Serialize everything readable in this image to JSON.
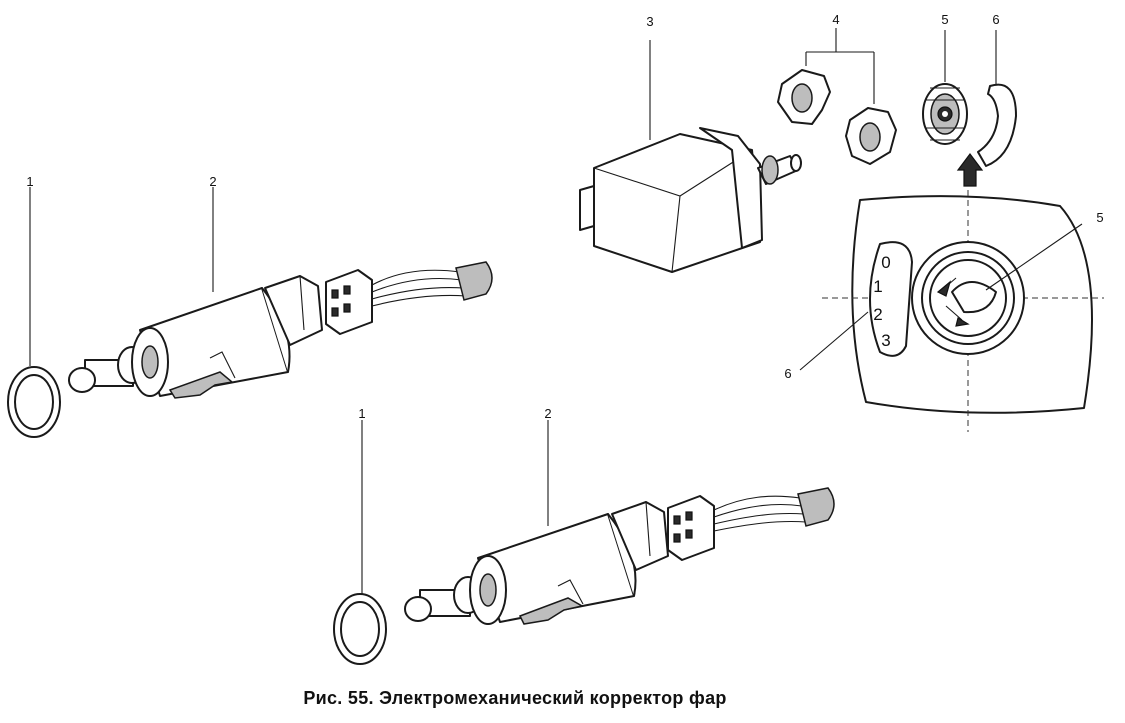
{
  "caption": "Рис. 55. Электромеханический корректор фар",
  "callouts": {
    "seal_ring_a": "1",
    "actuator_a": "2",
    "switch_body": "3",
    "nuts": "4",
    "knob": "5",
    "scale_plate": "6",
    "seal_ring_b": "1",
    "actuator_b": "2",
    "knob_inset": "5",
    "scale_inset": "6"
  },
  "scale_marks": [
    "0",
    "1",
    "2",
    "3"
  ]
}
